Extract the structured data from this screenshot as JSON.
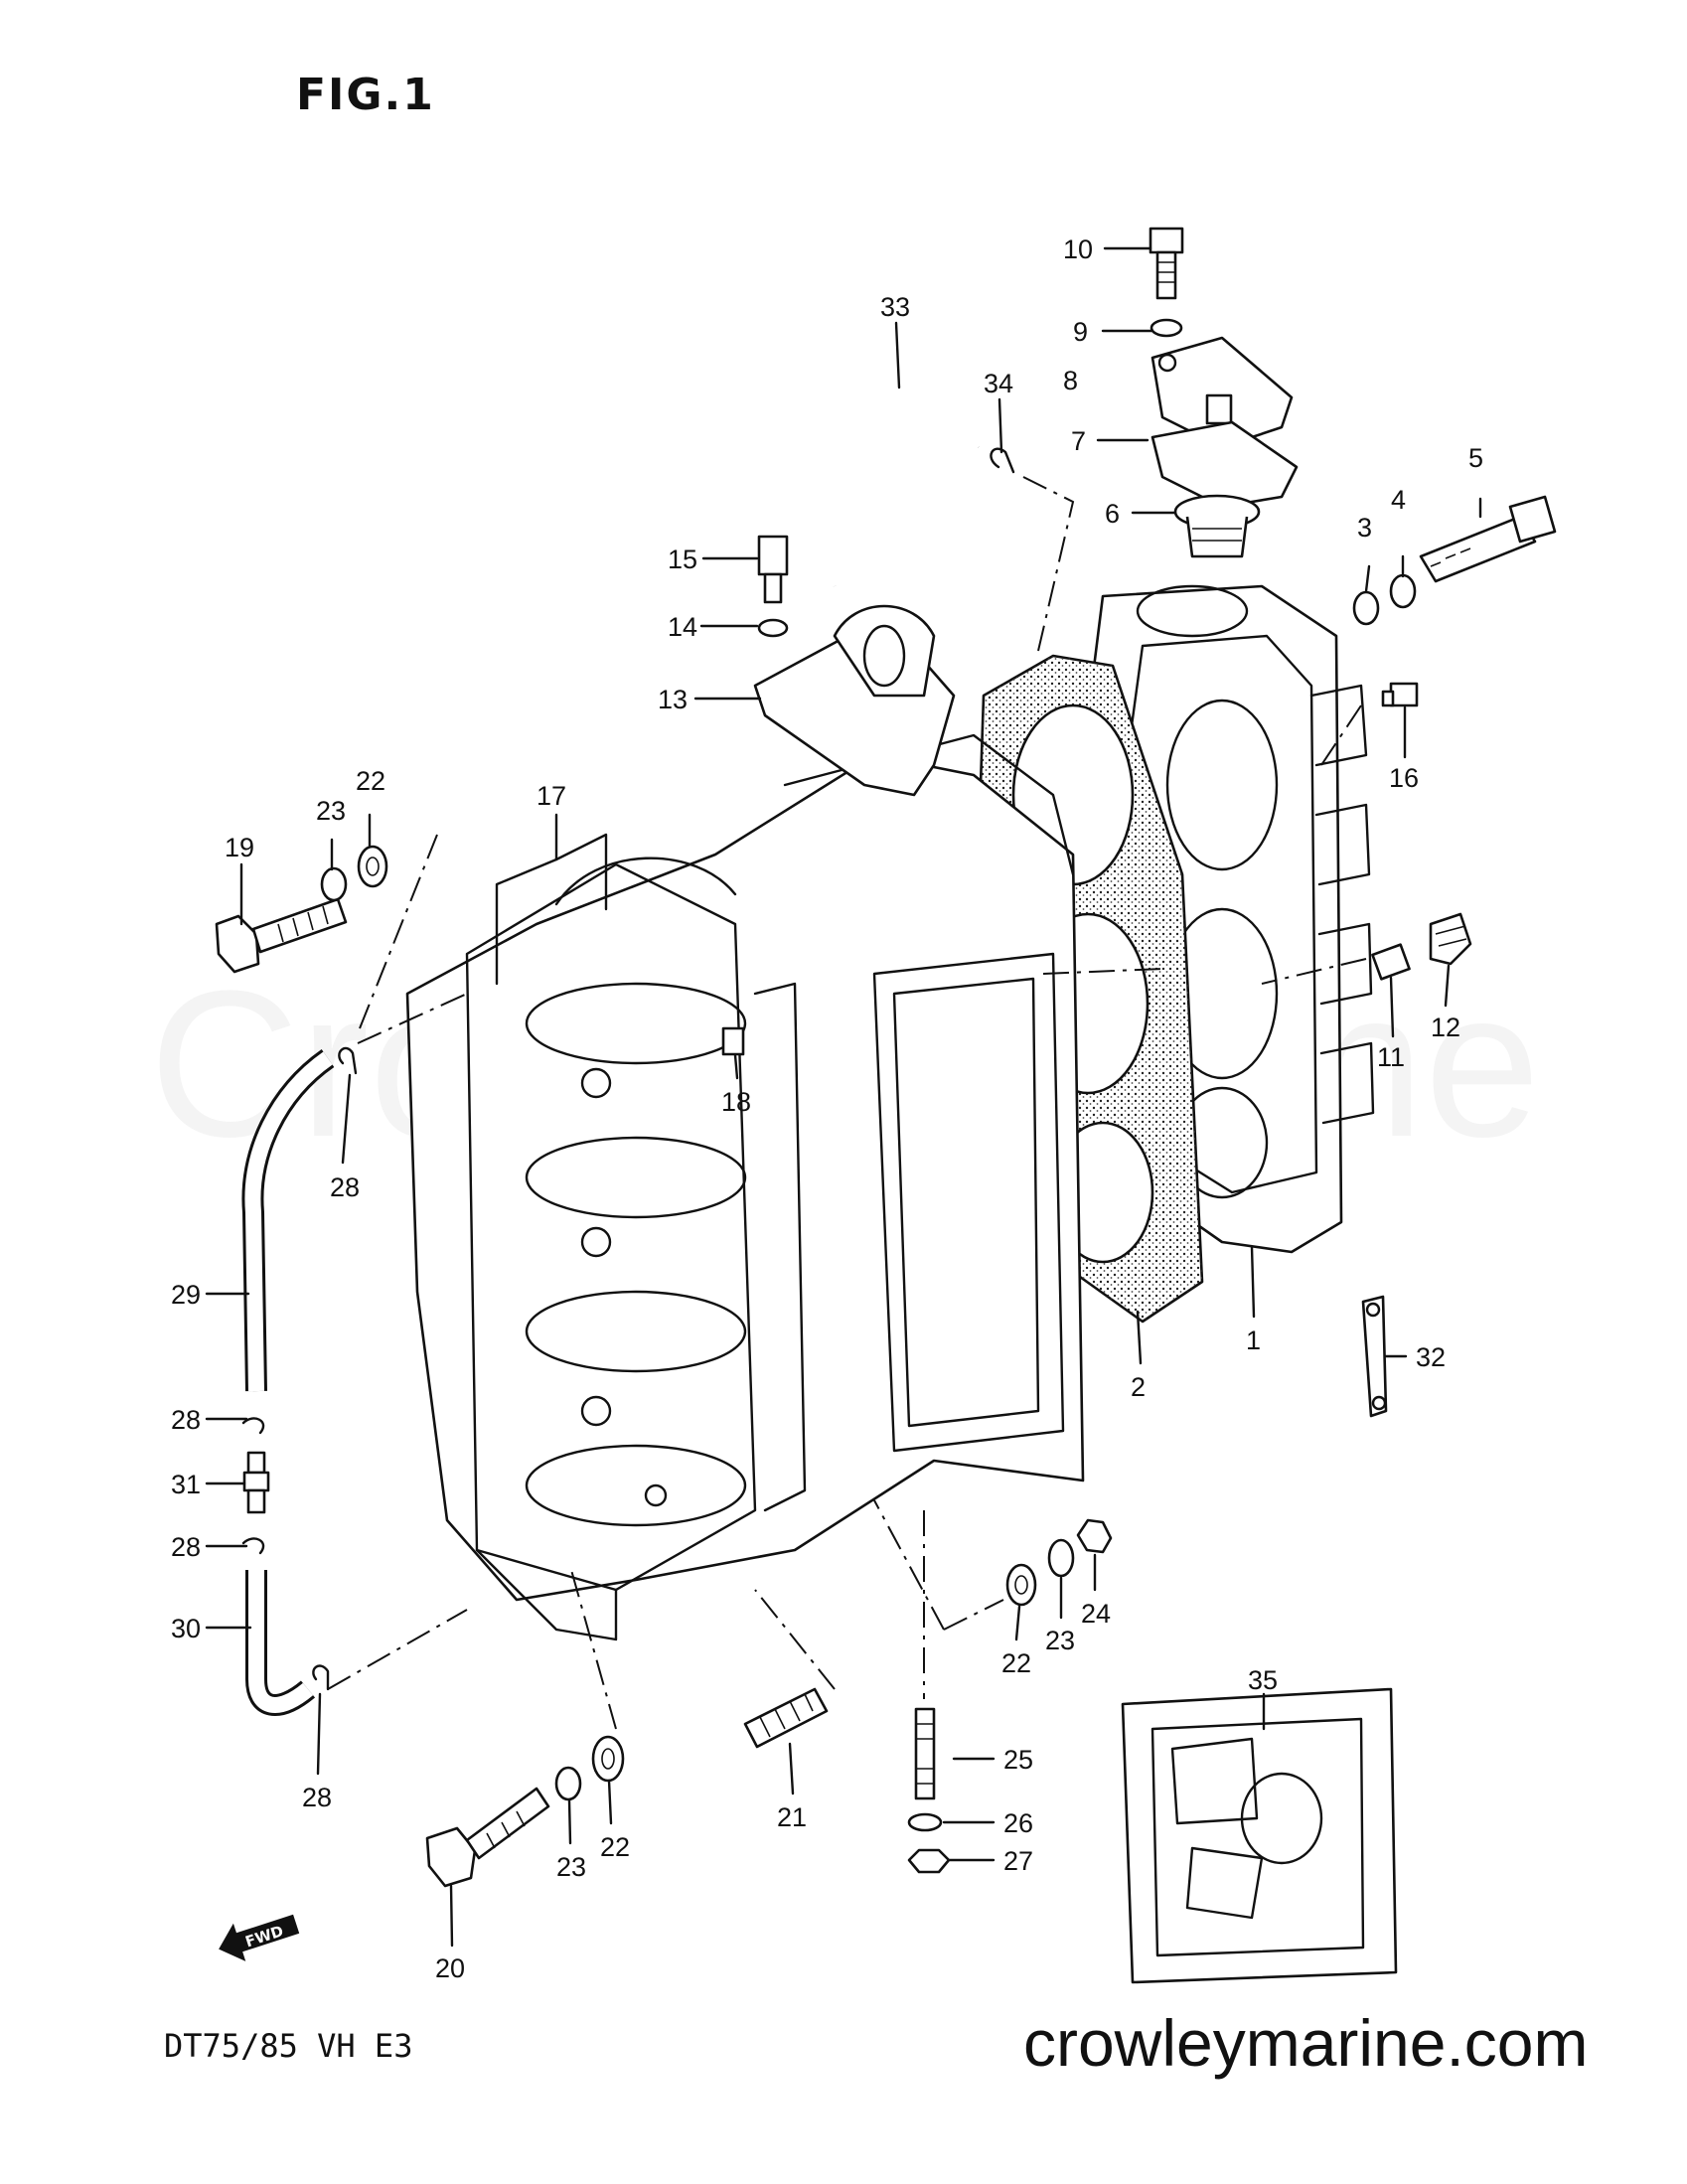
{
  "header": {
    "figure_label": "FIG.1"
  },
  "footer": {
    "model_code": "DT75/85 VH E3",
    "website": "crowleymarine.com"
  },
  "watermark": "CrowleyMarine",
  "direction_badge": "FWD",
  "callouts": [
    {
      "id": "c1",
      "label": "1"
    },
    {
      "id": "c2",
      "label": "2"
    },
    {
      "id": "c3",
      "label": "3"
    },
    {
      "id": "c4",
      "label": "4"
    },
    {
      "id": "c5",
      "label": "5"
    },
    {
      "id": "c6",
      "label": "6"
    },
    {
      "id": "c7",
      "label": "7"
    },
    {
      "id": "c8",
      "label": "8"
    },
    {
      "id": "c9",
      "label": "9"
    },
    {
      "id": "c10",
      "label": "10"
    },
    {
      "id": "c11",
      "label": "11"
    },
    {
      "id": "c12",
      "label": "12"
    },
    {
      "id": "c13",
      "label": "13"
    },
    {
      "id": "c14",
      "label": "14"
    },
    {
      "id": "c15",
      "label": "15"
    },
    {
      "id": "c16",
      "label": "16"
    },
    {
      "id": "c17",
      "label": "17"
    },
    {
      "id": "c18",
      "label": "18"
    },
    {
      "id": "c19",
      "label": "19"
    },
    {
      "id": "c20",
      "label": "20"
    },
    {
      "id": "c21",
      "label": "21"
    },
    {
      "id": "c22a",
      "label": "22"
    },
    {
      "id": "c22b",
      "label": "22"
    },
    {
      "id": "c22c",
      "label": "22"
    },
    {
      "id": "c23a",
      "label": "23"
    },
    {
      "id": "c23b",
      "label": "23"
    },
    {
      "id": "c23c",
      "label": "23"
    },
    {
      "id": "c24",
      "label": "24"
    },
    {
      "id": "c25",
      "label": "25"
    },
    {
      "id": "c26",
      "label": "26"
    },
    {
      "id": "c27",
      "label": "27"
    },
    {
      "id": "c28a",
      "label": "28"
    },
    {
      "id": "c28b",
      "label": "28"
    },
    {
      "id": "c28c",
      "label": "28"
    },
    {
      "id": "c28d",
      "label": "28"
    },
    {
      "id": "c29",
      "label": "29"
    },
    {
      "id": "c30",
      "label": "30"
    },
    {
      "id": "c31",
      "label": "31"
    },
    {
      "id": "c32",
      "label": "32"
    },
    {
      "id": "c33",
      "label": "33"
    },
    {
      "id": "c34",
      "label": "34"
    },
    {
      "id": "c35",
      "label": "35"
    }
  ]
}
